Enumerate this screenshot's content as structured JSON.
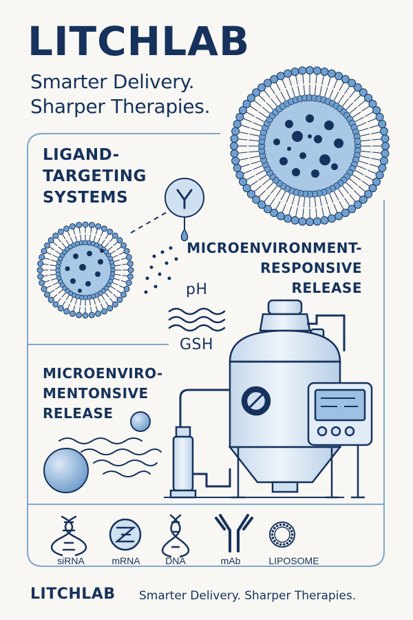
{
  "header": {
    "title": "LITCHLAB",
    "tagline_line1": "Smarter Delivery.",
    "tagline_line2": "Sharper Therapies."
  },
  "sections": {
    "ligand": [
      "LIGAND-",
      "TARGETING",
      "SYSTEMS"
    ],
    "micro_right": [
      "MICROENVIRONMENT-",
      "RESPONSIVE",
      "RELEASE"
    ],
    "micro_left": [
      "MICROENVIRO-",
      "MENTONSIVE",
      "RELEASE"
    ],
    "ph": "pH",
    "gsh": "GSH"
  },
  "icons": [
    {
      "label": "siRNA",
      "icon": "sirna-helix-icon"
    },
    {
      "label": "mRNA",
      "icon": "mrna-coil-icon"
    },
    {
      "label": "DNA",
      "icon": "dna-helix-icon"
    },
    {
      "label": "mAb",
      "icon": "antibody-icon"
    },
    {
      "label": "LIPOSOME",
      "icon": "liposome-icon"
    }
  ],
  "footer": {
    "brand": "LITCHLAB",
    "tagline": "Smarter Delivery. Sharper Therapies."
  },
  "colors": {
    "navy": "#16325c",
    "accent_blue": "#6fa0cf",
    "light_blue": "#cfe1f1",
    "background": "#f8f7f3",
    "frame_line": "#7fa6cc"
  }
}
